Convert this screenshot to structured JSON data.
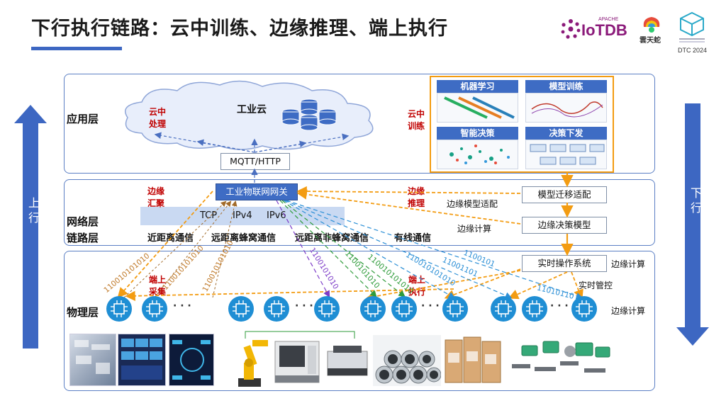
{
  "title": "下行执行链路：云中训练、边缘推理、端上执行",
  "logos": {
    "iotdb": "IoTDB",
    "apache": "APACHE",
    "tianlun": "雲天蛇",
    "dtc": "DTC 2024"
  },
  "side_arrows": {
    "left": "上 行",
    "right": "下 行"
  },
  "layers": {
    "application": "应用层",
    "network": "网络层",
    "link": "链路层",
    "physical": "物理层"
  },
  "cloud": {
    "label": "工业云",
    "left_note": "云中\n处理",
    "right_note": "云中\n训练"
  },
  "ml_panels": [
    "机器学习",
    "模型训练",
    "智能决策",
    "决策下发"
  ],
  "mqtt": "MQTT/HTTP",
  "gateway": "工业物联网网关",
  "edge_notes": {
    "aggregate": "边缘\n汇聚",
    "inference": "边缘\n推理",
    "edge_model_adapt": "边缘模型适配",
    "edge_compute": "边缘计算"
  },
  "protocols": [
    "TCP",
    "IPv4",
    "IPv6"
  ],
  "comm": [
    "近距离通信",
    "远距离蜂窝通信",
    "远距离非蜂窝通信",
    "有线通信"
  ],
  "right_boxes": {
    "model_migration": "模型迁移适配",
    "edge_decision": "边缘决策模型",
    "rtos": "实时操作系统"
  },
  "right_notes": {
    "edge_compute_1": "边缘计算",
    "realtime_control": "实时管控",
    "edge_compute_2": "边缘计算"
  },
  "physical_notes": {
    "device_collect": "端上\n采集",
    "device_exec": "端上\n执行"
  },
  "binary": [
    "110010101010",
    "110010101010",
    "110010101010",
    "1100101010",
    "1100101010",
    "110010101010",
    "110010101010",
    "11001101",
    "1100101",
    "11010110"
  ],
  "colors": {
    "frame_blue": "#5b7fc4",
    "orange": "#f39c12",
    "red": "#c00000",
    "chip_blue": "#1f8ed4",
    "arrow_blue": "#4a6fc0"
  }
}
